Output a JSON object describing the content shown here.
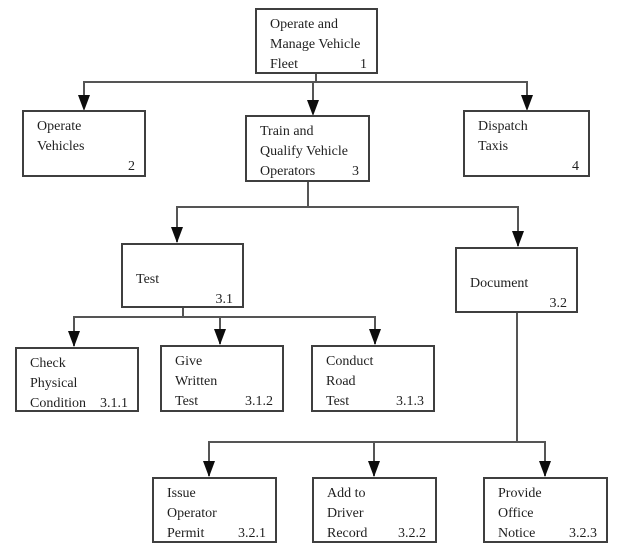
{
  "diagram": {
    "type": "function-decomposition-tree",
    "title": "Operate and Manage Vehicle Fleet hierarchy"
  },
  "colors": {
    "bg": "#ffffff",
    "box_border": "#3f3f3f",
    "line": "#555555",
    "arrow": "#0d0d0d",
    "text": "#1f1f1f"
  },
  "nodes": {
    "n1": {
      "line1": "Operate and",
      "line2": "Manage Vehicle",
      "line3": "Fleet",
      "number": "1"
    },
    "n2": {
      "line1": "Operate",
      "line2": "Vehicles",
      "line3": "",
      "number": "2"
    },
    "n3": {
      "line1": "Train and",
      "line2": "Qualify Vehicle",
      "line3": "Operators",
      "number": "3"
    },
    "n4": {
      "line1": "Dispatch",
      "line2": "Taxis",
      "line3": "",
      "number": "4"
    },
    "n31": {
      "line1": "",
      "line2": "Test",
      "line3": "",
      "number": "3.1"
    },
    "n32": {
      "line1": "",
      "line2": "Document",
      "line3": "",
      "number": "3.2"
    },
    "n311": {
      "line1": "Check",
      "line2": "Physical",
      "line3": "Condition",
      "number": "3.1.1"
    },
    "n312": {
      "line1": "Give",
      "line2": "Written",
      "line3": "Test",
      "number": "3.1.2"
    },
    "n313": {
      "line1": "Conduct",
      "line2": "Road",
      "line3": "Test",
      "number": "3.1.3"
    },
    "n321": {
      "line1": "Issue",
      "line2": "Operator",
      "line3": "Permit",
      "number": "3.2.1"
    },
    "n322": {
      "line1": "Add to",
      "line2": "Driver",
      "line3": "Record",
      "number": "3.2.2"
    },
    "n323": {
      "line1": "Provide",
      "line2": "Office",
      "line3": "Notice",
      "number": "3.2.3"
    }
  },
  "edges": [
    {
      "from": "1",
      "to": "2"
    },
    {
      "from": "1",
      "to": "3"
    },
    {
      "from": "1",
      "to": "4"
    },
    {
      "from": "3",
      "to": "3.1"
    },
    {
      "from": "3",
      "to": "3.2"
    },
    {
      "from": "3.1",
      "to": "3.1.1"
    },
    {
      "from": "3.1",
      "to": "3.1.2"
    },
    {
      "from": "3.1",
      "to": "3.1.3"
    },
    {
      "from": "3.2",
      "to": "3.2.1"
    },
    {
      "from": "3.2",
      "to": "3.2.2"
    },
    {
      "from": "3.2",
      "to": "3.2.3"
    }
  ]
}
